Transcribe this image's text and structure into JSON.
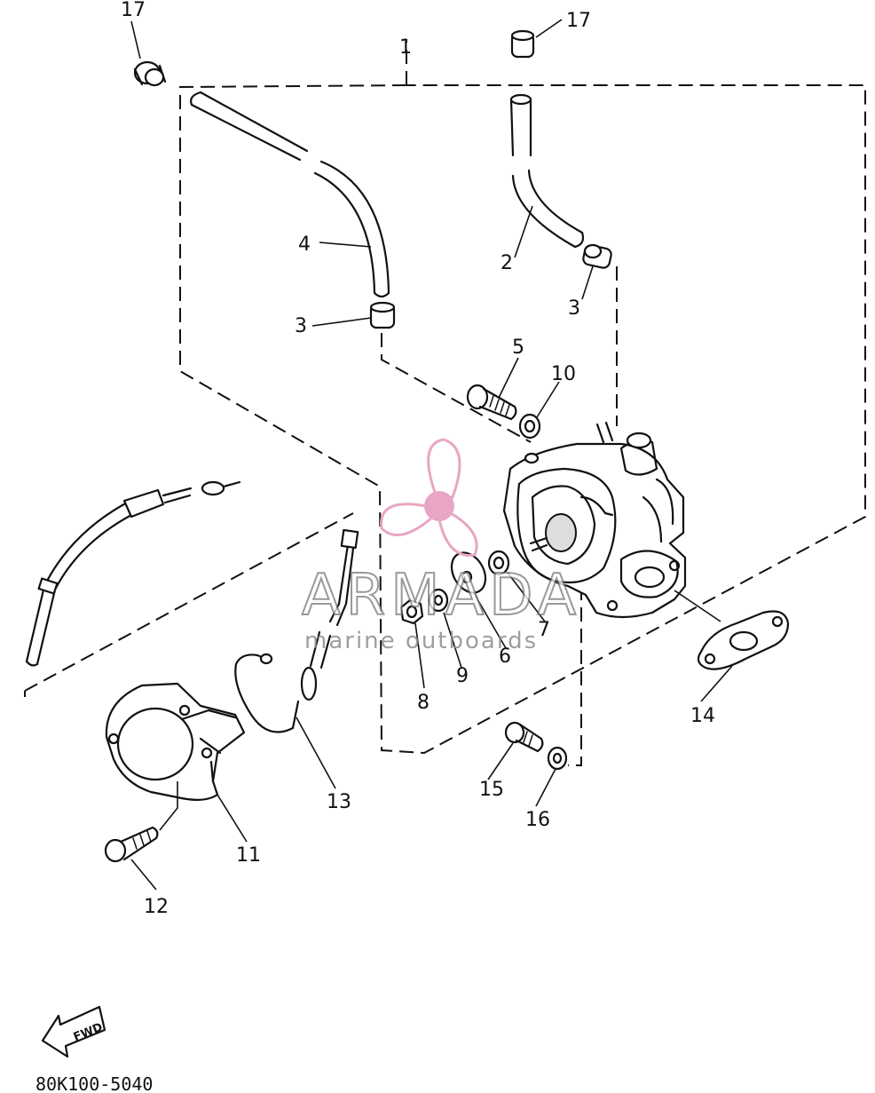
{
  "diagram": {
    "drawing_code": "80K100-5040",
    "fwd_label": "FWD",
    "watermark": {
      "name": "ARMADA",
      "subtitle": "marine outboards",
      "logo_color": "#e8a6c4"
    },
    "callouts": [
      "1",
      "2",
      "3",
      "3",
      "4",
      "5",
      "6",
      "7",
      "8",
      "9",
      "10",
      "11",
      "12",
      "13",
      "14",
      "15",
      "16",
      "17",
      "17"
    ]
  }
}
